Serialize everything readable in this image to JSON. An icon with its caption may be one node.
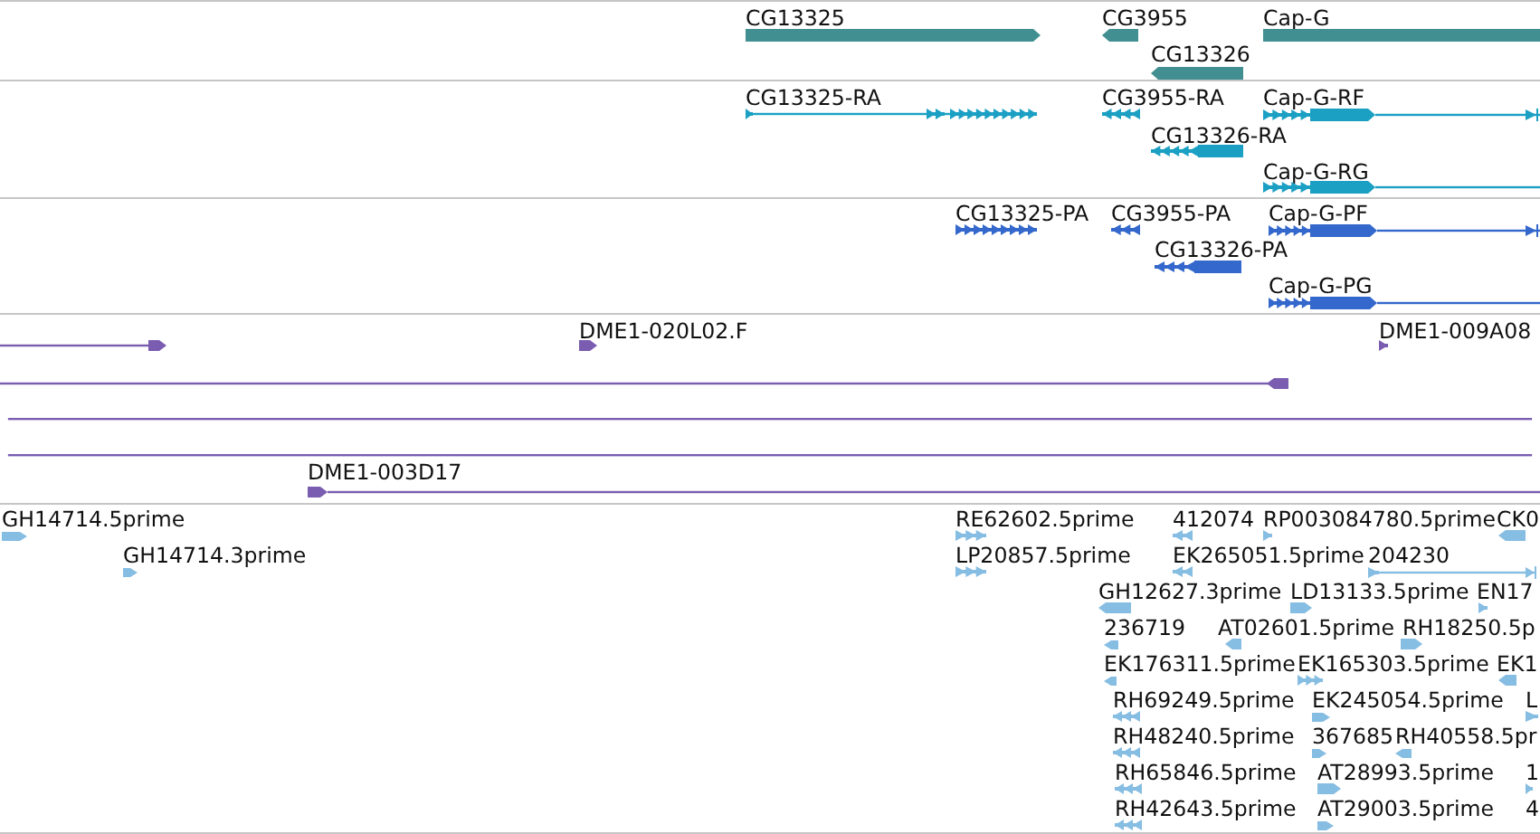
{
  "diagram": {
    "nodes": [
      {
        "text": [
          "CG13325"
        ]
      },
      {
        "text": [
          "CG3955"
        ]
      },
      {
        "text": [
          "Cap-G"
        ]
      },
      {
        "text": [
          "CG13326"
        ]
      },
      {
        "text": [
          "CG13325-RA"
        ]
      },
      {
        "text": [
          "CG3955-RA"
        ]
      },
      {
        "text": [
          "Cap-G-RF"
        ]
      },
      {
        "text": [
          "CG13326-RA"
        ]
      },
      {
        "text": [
          "Cap-G-RG"
        ]
      },
      {
        "text": [
          "CG13325-PA"
        ]
      },
      {
        "text": [
          "CG3955-PA"
        ]
      },
      {
        "text": [
          "Cap-G-PF"
        ]
      },
      {
        "text": [
          "CG13326-PA"
        ]
      },
      {
        "text": [
          "Cap-G-PG"
        ]
      },
      {
        "text": [],
        "shape": "bar"
      },
      {
        "text": [
          "DME1-020L02.F"
        ]
      },
      {
        "text": [
          "DME1-009A08"
        ]
      },
      {
        "text": [],
        "shape": "bar"
      },
      {
        "text": [],
        "shape": "bar"
      },
      {
        "text": [],
        "shape": "bar"
      },
      {
        "text": [
          "DME1-003D17"
        ]
      },
      {
        "text": [
          "GH14714.5prime"
        ]
      },
      {
        "text": [
          "RE62602.5prime"
        ]
      },
      {
        "text": [
          "412074"
        ]
      },
      {
        "text": [
          "RP003084780.5prime"
        ]
      },
      {
        "text": [
          "CK0"
        ]
      },
      {
        "text": [
          "GH14714.3prime"
        ]
      },
      {
        "text": [
          "LP20857.5prime"
        ]
      },
      {
        "text": [
          "EK265051.5prime"
        ]
      },
      {
        "text": [
          "204230"
        ]
      },
      {
        "text": [
          "GH12627.3prime"
        ]
      },
      {
        "text": [
          "LD13133.5prime"
        ]
      },
      {
        "text": [
          "EN17"
        ]
      },
      {
        "text": [
          "236719"
        ]
      },
      {
        "text": [
          "AT02601.5prime"
        ]
      },
      {
        "text": [
          "RH18250.5p"
        ]
      },
      {
        "text": [
          "EK176311.5prime"
        ]
      },
      {
        "text": [
          "EK165303.5prime"
        ]
      },
      {
        "text": [
          "EK1"
        ]
      },
      {
        "text": [
          "RH69249.5prime"
        ]
      },
      {
        "text": [
          "EK245054.5prime"
        ]
      },
      {
        "text": [
          "L"
        ]
      },
      {
        "text": [
          "RH48240.5prime"
        ]
      },
      {
        "text": [
          "367685"
        ]
      },
      {
        "text": [
          "RH40558.5pr"
        ]
      },
      {
        "text": [
          "RH65846.5prime"
        ]
      },
      {
        "text": [
          "AT28993.5prime"
        ]
      },
      {
        "text": [
          "1"
        ]
      },
      {
        "text": [
          "RH42643.5prime"
        ]
      },
      {
        "text": [
          "AT29003.5prime"
        ]
      }
    ],
    "labels": [
      "4"
    ]
  }
}
